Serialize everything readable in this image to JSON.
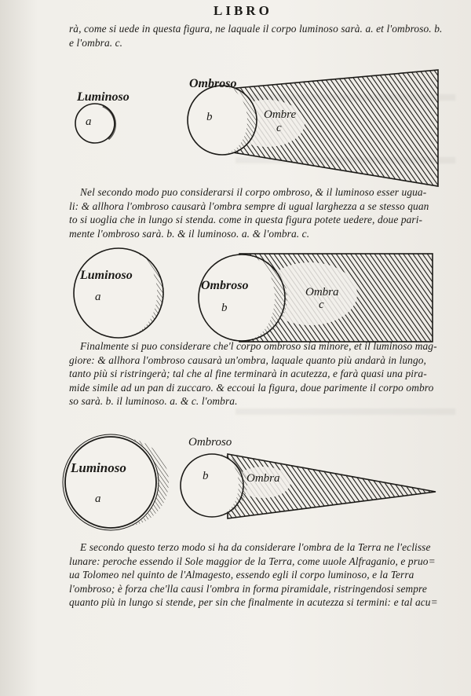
{
  "running_head": "LIBRO",
  "intro_lines": [
    "rà, come si uede in questa figura, ne laquale il corpo luminoso sarà. a. et l'ombroso. b.",
    "e l'ombra. c."
  ],
  "figure1": {
    "luminoso_label": "Luminoso",
    "luminoso_letter": "a",
    "ombroso_label": "Ombroso",
    "ombroso_letter": "b",
    "ombra_label": "Ombre",
    "ombra_letter": "c"
  },
  "paragraph2_lines": [
    "Nel secondo modo puo considerarsi il corpo ombroso, & il luminoso esser ugua-",
    "li: & allhora l'ombroso causarà l'ombra sempre di ugual larghezza a se stesso quan",
    "to si uoglia che in lungo si stenda. come in questa figura potete uedere, doue pari-",
    "mente l'ombroso sarà. b. & il luminoso. a. & l'ombra. c."
  ],
  "figure2": {
    "luminoso_label": "Luminoso",
    "luminoso_letter": "a",
    "ombroso_label": "Ombroso",
    "ombroso_letter": "b",
    "ombra_label": "Ombra",
    "ombra_letter": "c"
  },
  "paragraph3_lines": [
    "Finalmente si puo considerare che'l corpo ombroso sia minore, et il luminoso mag-",
    "giore: & allhora l'ombroso causarà un'ombra, laquale quanto più andarà in lungo,",
    "tanto più si ristringerà; tal che al fine terminarà in acutezza, e farà quasi una pira-",
    "mide simile ad un pan di zuccaro. & eccoui la figura, doue parimente il corpo ombro",
    "so sarà. b. il luminoso. a. & c. l'ombra."
  ],
  "figure3": {
    "ombroso_label": "Ombroso",
    "luminoso_label": "Luminoso",
    "luminoso_letter": "a",
    "ombroso_letter": "b",
    "ombra_label": "Ombra"
  },
  "paragraph4_lines": [
    "E secondo questo terzo modo si ha da considerare l'ombra de la Terra ne l'eclisse",
    "lunare: peroche essendo il Sole maggior de la Terra, come uuole Alfraganio, e pruo=",
    "ua Tolomeo nel quinto de l'Almagesto, essendo egli il corpo luminoso, e la Terra",
    "l'ombroso; è forza che'lla causi l'ombra in forma piramidale, ristringendosi sempre",
    "quanto più in lungo si stende, per sin che finalmente in acutezza si termini: e tal acu="
  ]
}
